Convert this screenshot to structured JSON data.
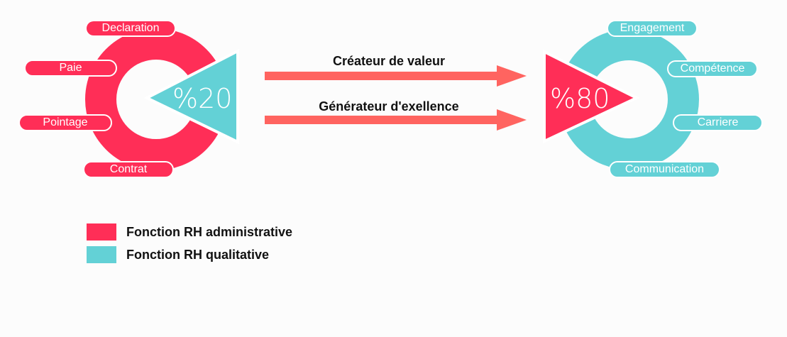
{
  "colors": {
    "administrative": "#ff2e57",
    "qualitative": "#63d1d6",
    "arrow": "#ff6460"
  },
  "left": {
    "percent": "%20",
    "items": [
      "Declaration",
      "Paie",
      "Pointage",
      "Contrat"
    ]
  },
  "right": {
    "percent": "%80",
    "items": [
      "Engagement",
      "Compétence",
      "Carriere",
      "Communication"
    ]
  },
  "arrows": [
    "Créateur de valeur",
    "Générateur d'exellence"
  ],
  "legend": [
    "Fonction RH administrative",
    "Fonction RH qualitative"
  ]
}
